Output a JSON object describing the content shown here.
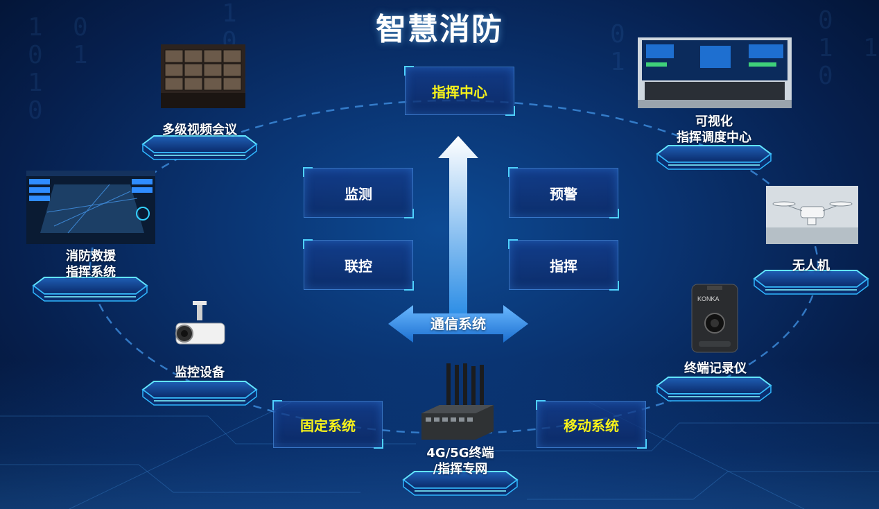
{
  "title": "智慧消防",
  "center": {
    "command_center": "指挥中心",
    "communication": "通信系统"
  },
  "functions": {
    "monitor": "监测",
    "warning": "预警",
    "linkage": "联控",
    "command": "指挥"
  },
  "nodes": {
    "video_conference": "多级视频会议",
    "visual_line1": "可视化",
    "visual_line2": "指挥调度中心",
    "rescue_line1": "消防救援",
    "rescue_line2": "指挥系统",
    "drone": "无人机",
    "camera": "监控设备",
    "recorder": "终端记录仪",
    "terminal_line1": "4G/5G终端",
    "terminal_line2": "/指挥专网"
  },
  "systems": {
    "fixed": "固定系统",
    "mobile": "移动系统"
  },
  "device_brand": "KONKA",
  "colors": {
    "accent_yellow": "#f7f21a",
    "glow_cyan": "#4fd2ff",
    "bg_dark": "#061f4d"
  }
}
